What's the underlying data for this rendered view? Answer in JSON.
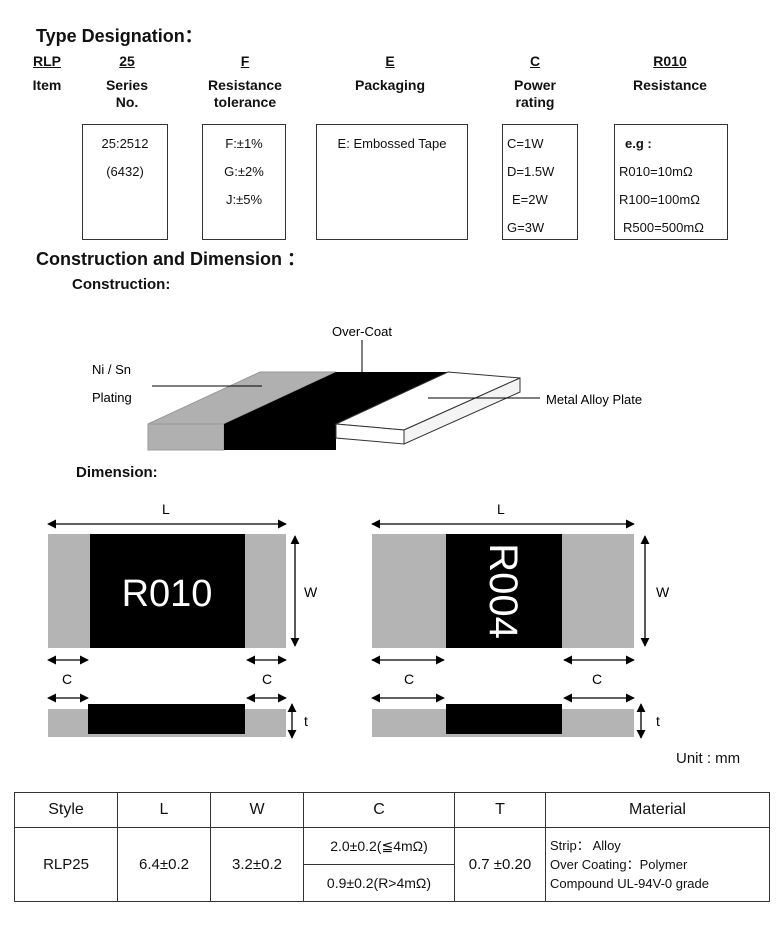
{
  "type_designation": {
    "title": "Type Designation：",
    "columns": [
      {
        "code": "RLP",
        "label": "Item"
      },
      {
        "code": "25",
        "label": "Series No."
      },
      {
        "code": "F",
        "label": "Resistance tolerance"
      },
      {
        "code": "E",
        "label": "Packaging"
      },
      {
        "code": "C",
        "label": "Power rating"
      },
      {
        "code": "R010",
        "label": "Resistance"
      }
    ],
    "series_box": [
      "25:2512",
      "(6432)"
    ],
    "tolerance_box": [
      "F:±1%",
      "G:±2%",
      "J:±5%"
    ],
    "packaging_box": [
      "E: Embossed Tape"
    ],
    "power_box": [
      "C=1W",
      "D=1.5W",
      "E=2W",
      "G=3W"
    ],
    "resistance_box": {
      "heading": "e.g :",
      "items": [
        "R010=10mΩ",
        "R100=100mΩ",
        "R500=500mΩ"
      ]
    }
  },
  "construction": {
    "section_title": "Construction and Dimension ：",
    "subtitle": "Construction:",
    "labels": {
      "overcoat": "Over-Coat",
      "plating_1": "Ni / Sn",
      "plating_2": "Plating",
      "metal": "Metal Alloy Plate"
    },
    "colors": {
      "plating": "#b0b0b0",
      "overcoat": "#000000",
      "metal": "#ffffff"
    }
  },
  "dimension": {
    "subtitle": "Dimension:",
    "marking_1": "R010",
    "marking_2": "R004",
    "L": "L",
    "W": "W",
    "C": "C",
    "t": "t",
    "unit": "Unit : mm"
  },
  "spec_table": {
    "headers": [
      "Style",
      "L",
      "W",
      "C",
      "T",
      "Material"
    ],
    "style": "RLP25",
    "L": "6.4±0.2",
    "W": "3.2±0.2",
    "C1": "2.0±0.2(≦4mΩ)",
    "C2": "0.9±0.2(R>4mΩ)",
    "T": "0.7 ±0.20",
    "material": [
      "Strip：  Alloy",
      "Over Coating：Polymer",
      "Compound UL-94V-0 grade"
    ]
  }
}
